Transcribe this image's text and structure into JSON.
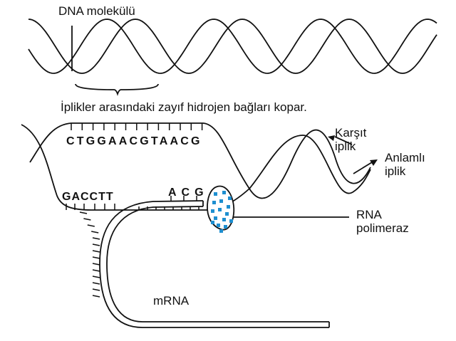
{
  "labels": {
    "dna_molecule": "DNA molekülü",
    "caption": "İplikler arasındaki zayıf hidrojen bağları kopar.",
    "antisense_1": "Karşıt",
    "antisense_2": "iplik",
    "sense_1": "Anlamlı",
    "sense_2": "iplik",
    "rna_pol_1": "RNA",
    "rna_pol_2": "polimeraz",
    "mrna": "mRNA"
  },
  "sequences": {
    "top_strand": "CTGGAACGTAACG",
    "bottom_strand": "GACCTT",
    "rna_strand": "ACG"
  },
  "colors": {
    "ink": "#111111",
    "polymerase": "#1e8fd0"
  }
}
